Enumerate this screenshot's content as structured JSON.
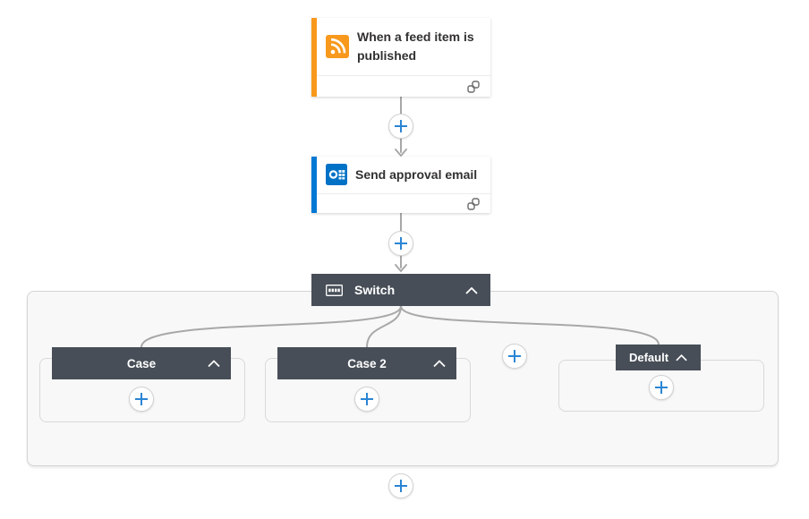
{
  "canvas": {
    "background": "#FFFFFF"
  },
  "trigger_card": {
    "title": "When a feed item is published",
    "icon": "rss-icon",
    "accent_color": "#F8991D",
    "footer_icon": "connection-link-icon"
  },
  "action_card": {
    "title": "Send approval email",
    "icon": "outlook-icon",
    "accent_color": "#0078D4",
    "footer_icon": "connection-link-icon"
  },
  "switch_step": {
    "label": "Switch",
    "icon": "switch-icon",
    "header_color": "#474E57",
    "collapse_icon": "chevron-up-icon"
  },
  "branches": [
    {
      "label": "Case"
    },
    {
      "label": "Case 2"
    },
    {
      "label": "Default"
    }
  ],
  "colors": {
    "plus_blue": "#2A85D4",
    "connector_gray": "#A8A8A8",
    "scope_background": "#F8F8F8",
    "scope_border": "#D4D4D4",
    "header_dark": "#474E57"
  }
}
